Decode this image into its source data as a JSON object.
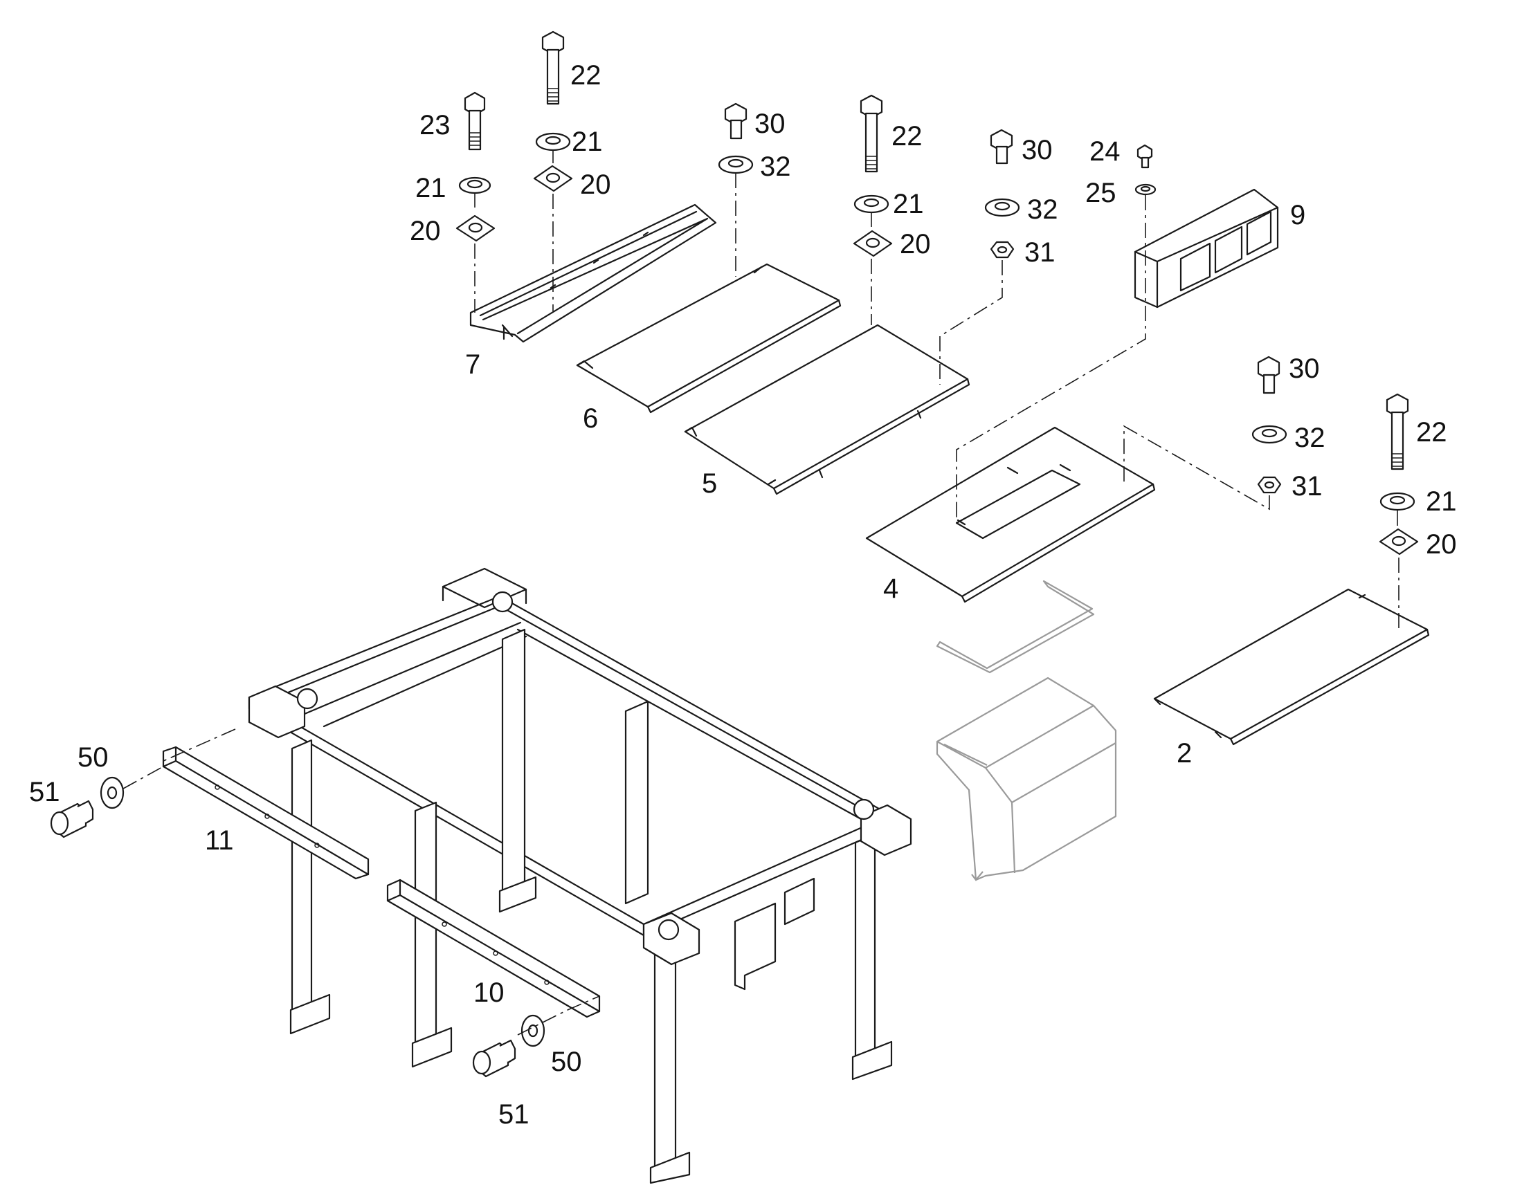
{
  "callouts": [
    {
      "id": "c22a",
      "text": "22"
    },
    {
      "id": "c23",
      "text": "23"
    },
    {
      "id": "c21a",
      "text": "21"
    },
    {
      "id": "c21b",
      "text": "21"
    },
    {
      "id": "c20a",
      "text": "20"
    },
    {
      "id": "c20b",
      "text": "20"
    },
    {
      "id": "c7",
      "text": "7"
    },
    {
      "id": "c30a",
      "text": "30"
    },
    {
      "id": "c32a",
      "text": "32"
    },
    {
      "id": "c6",
      "text": "6"
    },
    {
      "id": "c22b",
      "text": "22"
    },
    {
      "id": "c21c",
      "text": "21"
    },
    {
      "id": "c20c",
      "text": "20"
    },
    {
      "id": "c5",
      "text": "5"
    },
    {
      "id": "c30b",
      "text": "30"
    },
    {
      "id": "c32b",
      "text": "32"
    },
    {
      "id": "c31a",
      "text": "31"
    },
    {
      "id": "c24",
      "text": "24"
    },
    {
      "id": "c25",
      "text": "25"
    },
    {
      "id": "c9",
      "text": "9"
    },
    {
      "id": "c4",
      "text": "4"
    },
    {
      "id": "c30c",
      "text": "30"
    },
    {
      "id": "c32c",
      "text": "32"
    },
    {
      "id": "c31b",
      "text": "31"
    },
    {
      "id": "c22c",
      "text": "22"
    },
    {
      "id": "c21d",
      "text": "21"
    },
    {
      "id": "c20d",
      "text": "20"
    },
    {
      "id": "c2",
      "text": "2"
    },
    {
      "id": "c50a",
      "text": "50"
    },
    {
      "id": "c51a",
      "text": "51"
    },
    {
      "id": "c11",
      "text": "11"
    },
    {
      "id": "c10",
      "text": "10"
    },
    {
      "id": "c50b",
      "text": "50"
    },
    {
      "id": "c51b",
      "text": "51"
    }
  ]
}
